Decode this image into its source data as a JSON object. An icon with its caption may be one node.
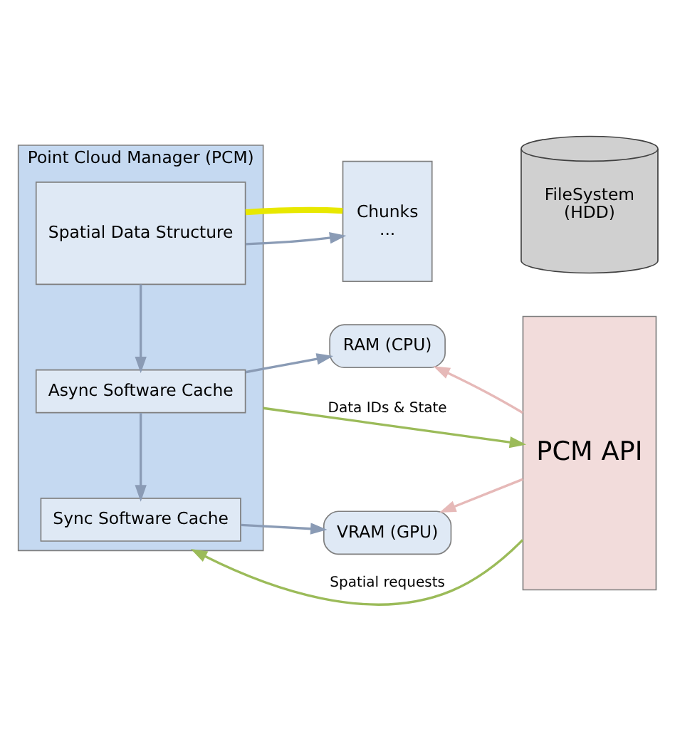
{
  "diagram": {
    "nodes": [
      {
        "text": [
          "Point Cloud Manager (PCM)"
        ]
      },
      {
        "text": [
          "Sync Software Cache"
        ],
        "in": 0
      },
      {
        "text": [
          "Async Software Cache"
        ],
        "in": 0
      },
      {
        "text": [
          "Spatial Data Structure"
        ],
        "in": 0
      },
      {
        "text": [
          "VRAM (GPU)"
        ]
      },
      {
        "text": [
          "RAM (CPU)"
        ]
      },
      {
        "text": [
          "Chunks",
          "..."
        ]
      },
      {
        "text": [
          "FileSystem",
          "(HDD)"
        ]
      },
      {
        "text": [
          "PCM API"
        ]
      }
    ],
    "edges": [
      {
        "from": 8,
        "to": 0,
        "arrow": "to",
        "label": "Spatial requests",
        "color": "#9bbb59"
      },
      {
        "from": 0,
        "to": 8,
        "arrow": "to",
        "label": "Data IDs & State",
        "color": "#9bbb59"
      },
      {
        "from": 1,
        "to": 4,
        "arrow": "to"
      },
      {
        "from": 2,
        "to": 1,
        "arrow": "to"
      },
      {
        "from": 2,
        "to": 5,
        "arrow": "to"
      },
      {
        "from": 3,
        "to": 2,
        "arrow": "to"
      },
      {
        "from": 3,
        "to": 6,
        "arrow": "to"
      },
      {
        "from": 8,
        "to": 4,
        "arrow": "to",
        "color": "#e6b9b8"
      },
      {
        "from": 8,
        "to": 5,
        "arrow": "to",
        "color": "#e6b9b8"
      },
      {
        "from": 3,
        "to": 6,
        "arrow": "none",
        "style": "thick",
        "color": "#e8e800"
      }
    ]
  }
}
